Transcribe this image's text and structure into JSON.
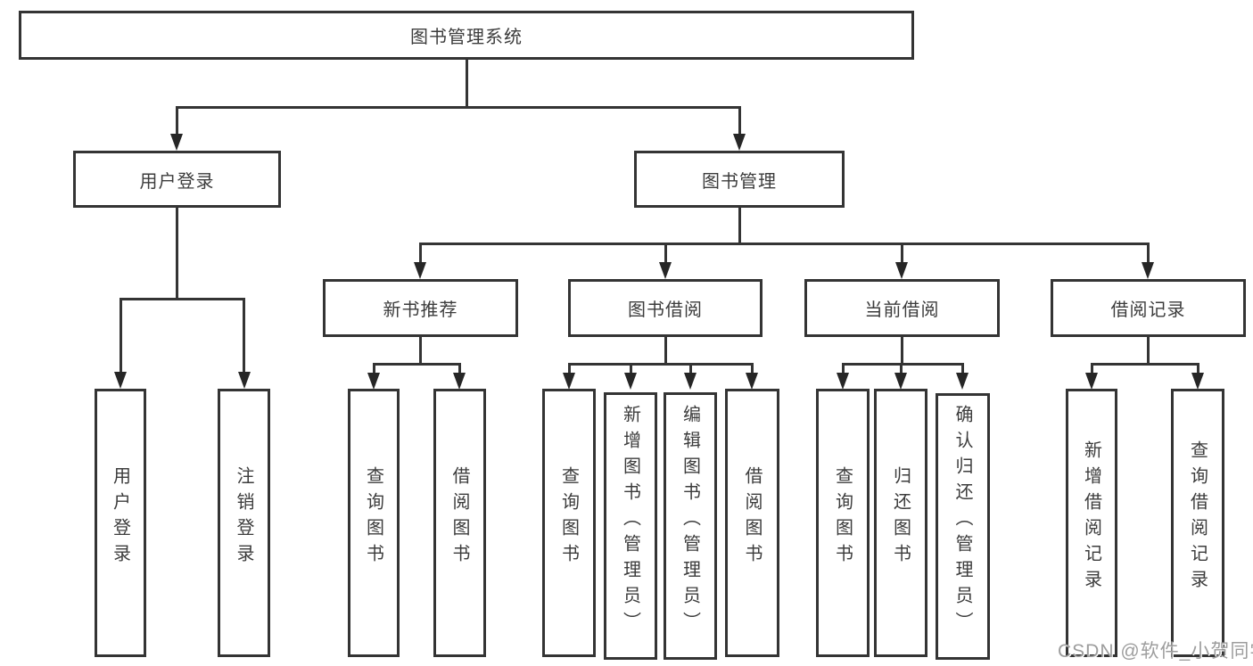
{
  "tree": {
    "root": {
      "label": "图书管理系统"
    },
    "children": [
      {
        "label": "用户登录",
        "children": [
          {
            "label": "用户登录"
          },
          {
            "label": "注销登录"
          }
        ]
      },
      {
        "label": "图书管理",
        "children": [
          {
            "label": "新书推荐",
            "children": [
              {
                "label": "查询图书"
              },
              {
                "label": "借阅图书"
              }
            ]
          },
          {
            "label": "图书借阅",
            "children": [
              {
                "label": "查询图书"
              },
              {
                "label": "新增图书（管理员）"
              },
              {
                "label": "编辑图书（管理员）"
              },
              {
                "label": "借阅图书"
              }
            ]
          },
          {
            "label": "当前借阅",
            "children": [
              {
                "label": "查询图书"
              },
              {
                "label": "归还图书"
              },
              {
                "label": "确认归还（管理员）"
              }
            ]
          },
          {
            "label": "借阅记录",
            "children": [
              {
                "label": "新增借阅记录"
              },
              {
                "label": "查询借阅记录"
              }
            ]
          }
        ]
      }
    ]
  },
  "watermark": "CSDN @软件_小贺同学",
  "colors": {
    "line": "#343434",
    "text": "#3c3c3c",
    "background": "#ffffff",
    "watermark": "#9d9d9d"
  }
}
